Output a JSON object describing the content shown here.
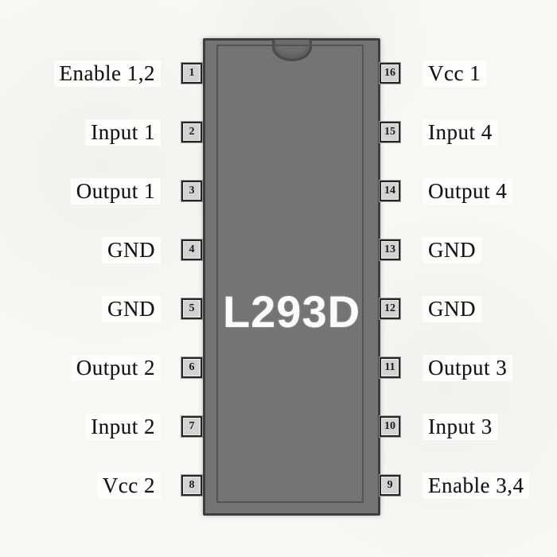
{
  "chip": {
    "label": "L293D"
  },
  "pins": {
    "left": [
      {
        "number": "1",
        "label": "Enable 1,2"
      },
      {
        "number": "2",
        "label": "Input 1"
      },
      {
        "number": "3",
        "label": "Output 1"
      },
      {
        "number": "4",
        "label": "GND"
      },
      {
        "number": "5",
        "label": "GND"
      },
      {
        "number": "6",
        "label": "Output 2"
      },
      {
        "number": "7",
        "label": "Input 2"
      },
      {
        "number": "8",
        "label": "Vcc 2"
      }
    ],
    "right": [
      {
        "number": "16",
        "label": "Vcc 1"
      },
      {
        "number": "15",
        "label": "Input 4"
      },
      {
        "number": "14",
        "label": "Output 4"
      },
      {
        "number": "13",
        "label": "GND"
      },
      {
        "number": "12",
        "label": "GND"
      },
      {
        "number": "11",
        "label": "Output 3"
      },
      {
        "number": "10",
        "label": "Input 3"
      },
      {
        "number": "9",
        "label": "Enable 3,4"
      }
    ]
  },
  "colors": {
    "background": "#f8f7f4",
    "chip_body": "#747474",
    "chip_edge": "#3e3e3e",
    "chip_label_text": "#fbfbfb",
    "pin_box_fill": "#d3d3d3",
    "pin_box_border": "#262626",
    "label_text": "#161616"
  }
}
